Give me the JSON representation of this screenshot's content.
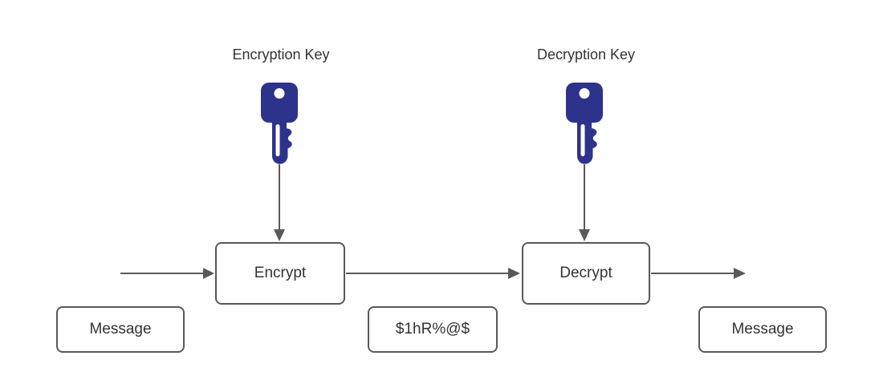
{
  "labels": {
    "encryption_key": "Encryption Key",
    "decryption_key": "Decryption Key"
  },
  "nodes": {
    "encrypt": "Encrypt",
    "decrypt": "Decrypt",
    "message_in": "Message",
    "ciphertext": "$1hR%@$",
    "message_out": "Message"
  },
  "icons": {
    "encryption_key": "key-icon",
    "decryption_key": "key-icon"
  },
  "colors": {
    "key_fill": "#2d338b",
    "connector": "#595959",
    "node_border": "#595959",
    "text": "#333333",
    "background": "#ffffff"
  }
}
